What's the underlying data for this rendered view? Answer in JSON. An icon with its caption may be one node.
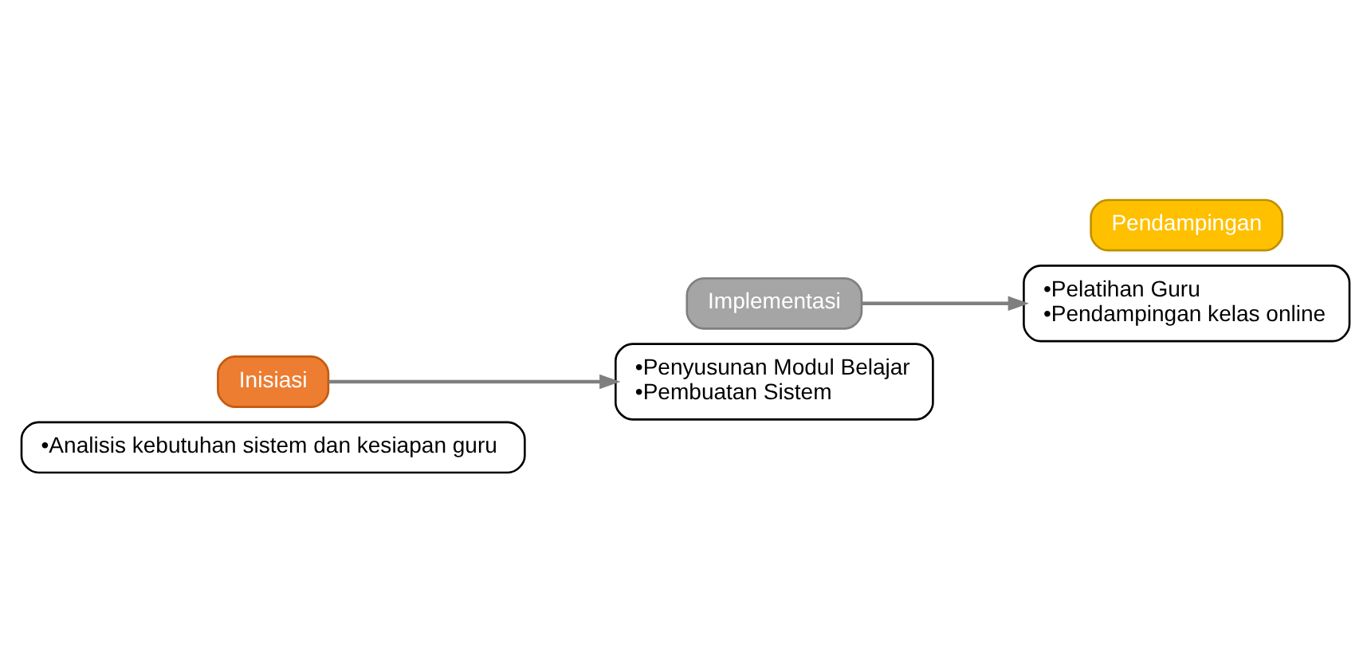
{
  "diagram": {
    "nodes": [
      {
        "text": [
          "•Analisis kebutuhan sistem dan kesiapan guru"
        ]
      },
      {
        "text": [
          "Inisiasi"
        ]
      },
      {
        "text": [
          "•Penyusunan Modul Belajar",
          "•Pembuatan Sistem"
        ]
      },
      {
        "text": [
          "Implementasi"
        ]
      },
      {
        "text": [
          "•Pelatihan Guru",
          "•Pendampingan kelas online"
        ]
      },
      {
        "text": [
          "Pendampingan"
        ]
      }
    ],
    "edges": [
      {
        "from": 1,
        "to": 2,
        "arrow": "to"
      },
      {
        "from": 3,
        "to": 4,
        "arrow": "to"
      }
    ]
  }
}
